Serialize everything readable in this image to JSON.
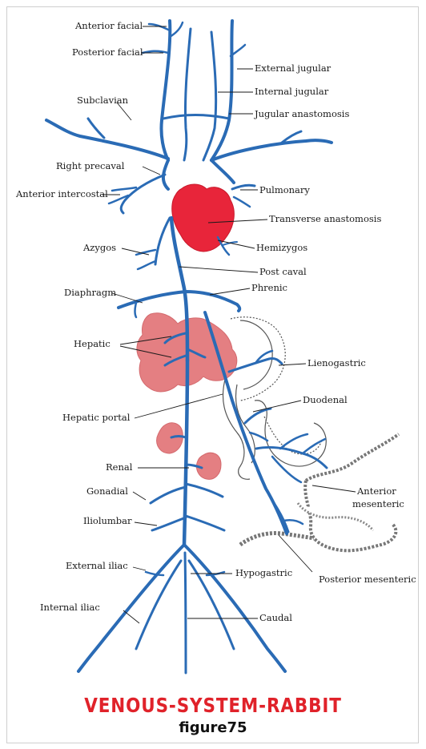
{
  "colors": {
    "vein": "#2a6bb5",
    "heart": "#e8253a",
    "liver": "#e47f82",
    "kidney": "#e47f82",
    "intestine_outline": "#555555",
    "title": "#e0222a"
  },
  "labels": {
    "anterior_facial": "Anterior facial",
    "posterior_facial": "Posterior facial",
    "external_jugular": "External jugular",
    "internal_jugular": "Internal jugular",
    "jugular_anastomosis": "Jugular anastomosis",
    "subclavian": "Subclavian",
    "right_precaval": "Right precaval",
    "anterior_intercostal": "Anterior intercostal",
    "pulmonary": "Pulmonary",
    "transverse_anastomosis": "Transverse anastomosis",
    "azygos": "Azygos",
    "hemizygos": "Hemizygos",
    "post_caval": "Post caval",
    "diaphragm": "Diaphragm",
    "phrenic": "Phrenic",
    "hepatic": "Hepatic",
    "lienogastric": "Lienogastric",
    "duodenal": "Duodenal",
    "hepatic_portal": "Hepatic portal",
    "renal": "Renal",
    "anterior_mesenteric_1": "Anterior",
    "anterior_mesenteric_2": "mesenteric",
    "gonadial": "Gonadial",
    "iliolumbar": "Iliolumbar",
    "external_iliac": "External iliac",
    "hypogastric": "Hypogastric",
    "posterior_mesenteric": "Posterior mesenteric",
    "internal_iliac": "Internal iliac",
    "caudal": "Caudal"
  },
  "title": "VENOUS-SYSTEM-RABBIT",
  "figure_number": "figure75"
}
